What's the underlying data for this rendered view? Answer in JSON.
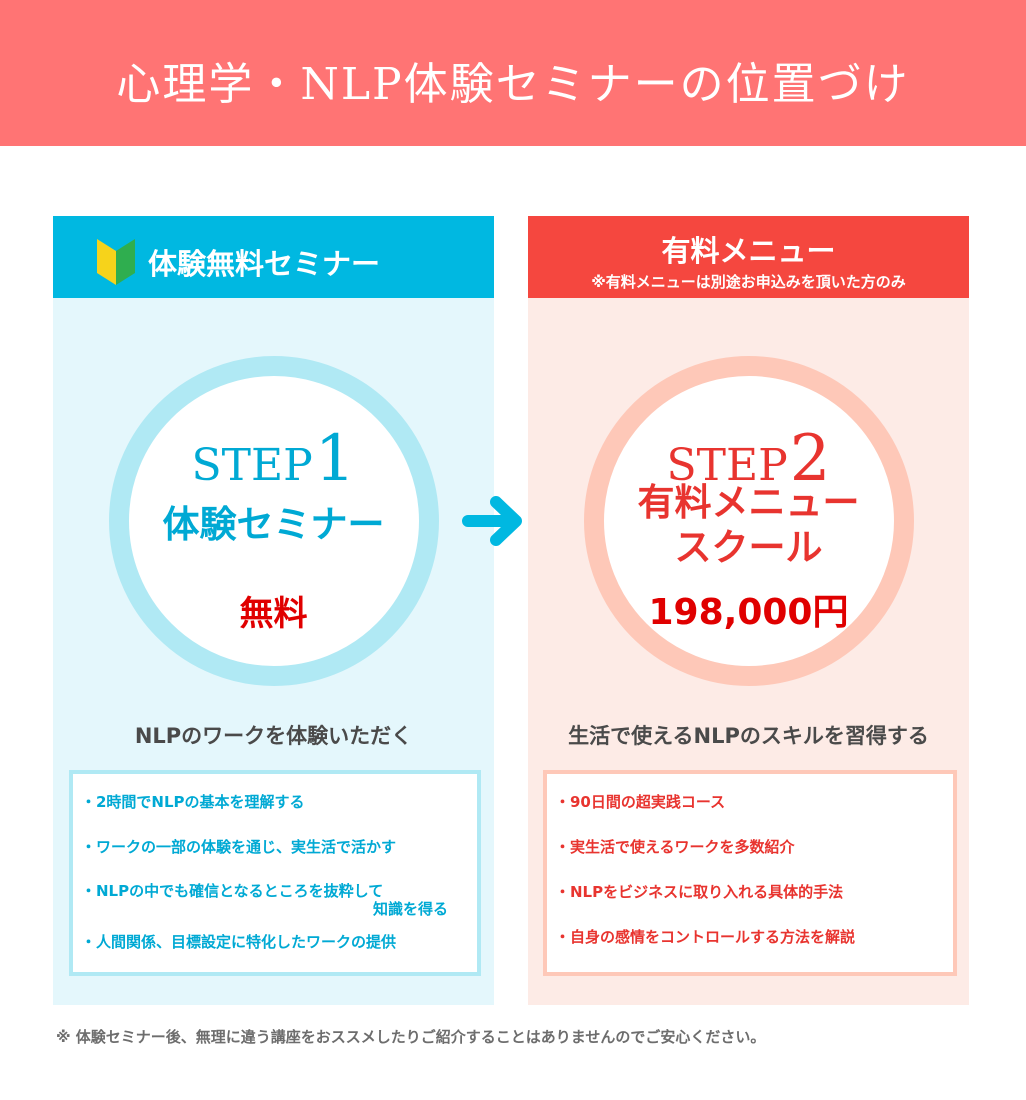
{
  "banner": {
    "title": "心理学・NLP体験セミナーの位置づけ"
  },
  "free": {
    "header": "体験無料セミナー",
    "step_word": "STEP",
    "step_num": "1",
    "name": "体験セミナー",
    "price": "無料",
    "subtitle": "NLPのワークを体験いただく",
    "items": [
      "・2時間でNLPの基本を理解する",
      "・ワークの一部の体験を通じ、実生活で活かす",
      "・NLPの中でも確信となるところを抜粋して",
      "知識を得る",
      "・人間関係、目標設定に特化したワークの提供"
    ]
  },
  "paid": {
    "header": "有料メニュー",
    "header_sub": "※有料メニューは別途お申込みを頂いた方のみ",
    "step_word": "STEP",
    "step_num": "2",
    "name_line1": "有料メニュー",
    "name_line2": "スクール",
    "price": "198,000円",
    "subtitle": "生活で使えるNLPのスキルを習得する",
    "items": [
      "・90日間の超実践コース",
      "・実生活で使えるワークを多数紹介",
      "・NLPをビジネスに取り入れる具体的手法",
      "・自身の感情をコントロールする方法を解説"
    ]
  },
  "footnote": "※ 体験セミナー後、無理に違う講座をおススメしたりご紹介することはありませんのでご安心ください。",
  "colors": {
    "banner": "#ff7474",
    "free_accent": "#00b8e1",
    "paid_accent": "#f5473f",
    "price_red": "#e00000"
  },
  "icons": {
    "beginner": "beginner-leaf-icon",
    "arrow": "arrow-right-icon"
  }
}
